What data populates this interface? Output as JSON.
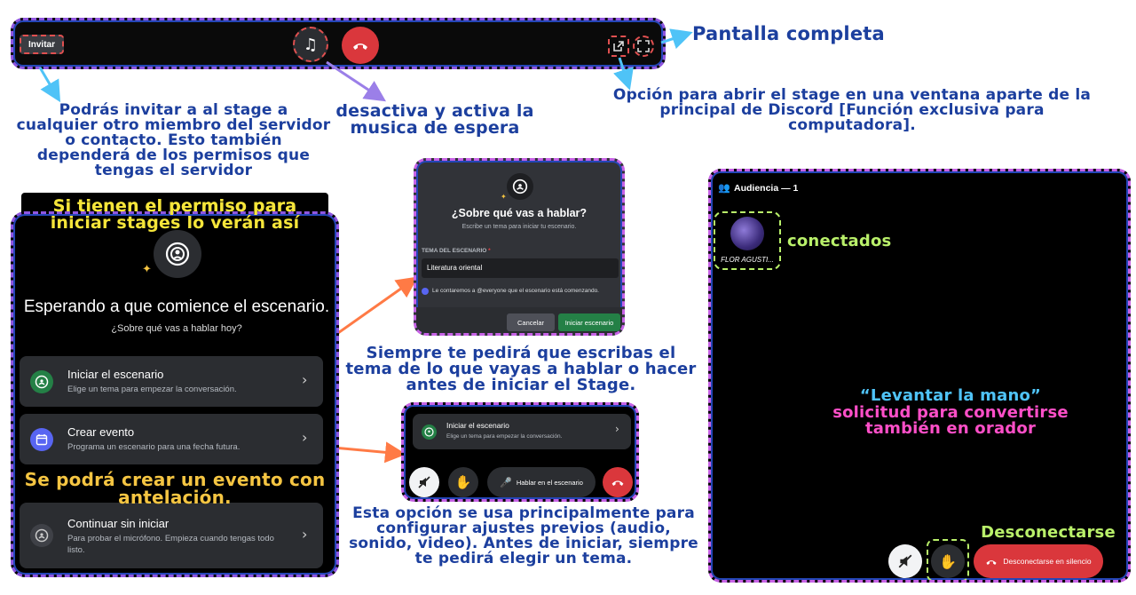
{
  "top_bar": {
    "invite_label": "Invitar"
  },
  "annotations": {
    "fullscreen": "Pantalla completa",
    "popout": "Opción para abrir el stage en una ventana aparte de la principal de Discord [Función exclusiva para computadora].",
    "music": "desactiva y activa la musica de espera",
    "invite": "Podrás invitar a al stage a cualquier otro miembro del servidor o contacto. Esto también dependerá de los permisos que tengas el servidor",
    "permission": "Si tienen el permiso para iniciar stages lo verán así",
    "event": "Se podrá crear un evento con antelación.",
    "topic": "Siempre te pedirá que escribas el tema de lo que vayas a hablar o hacer antes de iniciar el Stage.",
    "continue": "Esta opción se usa principalmente para configurar ajustes previos (audio, sonido, video). Antes de iniciar, siempre te pedirá elegir un tema.",
    "raise_hand_title": "“Levantar la mano”",
    "raise_hand_desc": "solicitud para convertirse también en orador",
    "connected": "conectados",
    "disconnect": "Desconectarse"
  },
  "stage_panel": {
    "waiting_title": "Esperando a que comience el escenario.",
    "waiting_sub": "¿Sobre qué vas a hablar hoy?",
    "options": [
      {
        "title": "Iniciar el escenario",
        "desc": "Elige un tema para empezar la conversación."
      },
      {
        "title": "Crear evento",
        "desc": "Programa un escenario para una fecha futura."
      },
      {
        "title": "Continuar sin iniciar",
        "desc": "Para probar el micrófono. Empieza cuando tengas todo listo."
      }
    ]
  },
  "topic_modal": {
    "title": "¿Sobre qué vas a hablar?",
    "subtitle": "Escribe un tema para iniciar tu escenario.",
    "field_label": "TEMA DEL ESCENARIO",
    "field_required": "*",
    "field_value": "Literatura oriental",
    "checkbox_label": "Le contaremos a @everyone que el escenario está comenzando.",
    "cancel": "Cancelar",
    "start": "Iniciar escenario"
  },
  "mini_panel": {
    "title": "Iniciar el escenario",
    "desc": "Elige un tema para empezar la conversación.",
    "speak_label": "Hablar en el escenario"
  },
  "audience_panel": {
    "header": "Audiencia — 1",
    "user_name": "FLOR AGUSTI...",
    "disconnect_label": "Desconectarse en silencio"
  },
  "colors": {
    "annotation_blue": "#1c3f9e",
    "annotation_yellow": "#f5e53a",
    "annotation_green": "#b9f06a",
    "annotation_pink": "#ff4fc8",
    "annotation_cyan": "#4fc3f7",
    "discord_red": "#da373c",
    "discord_green": "#248046",
    "dark_bg": "#000000",
    "card_bg": "#2b2d31"
  }
}
